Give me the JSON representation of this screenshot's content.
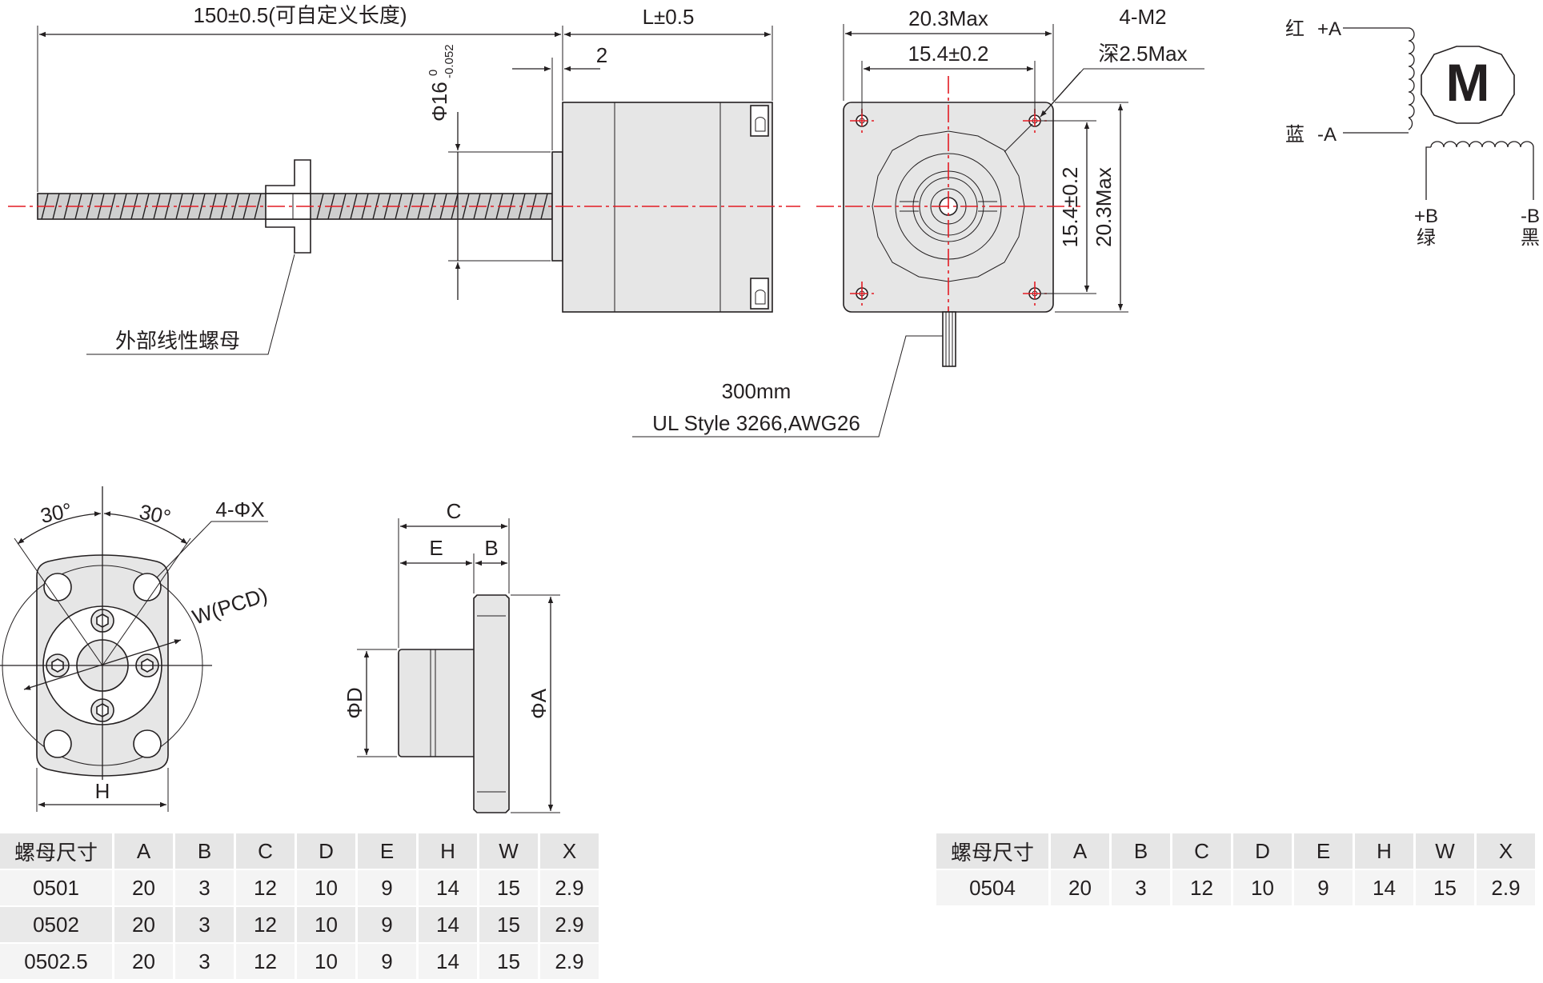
{
  "motor_side_view": {
    "dim_length": "150±0.5(可自定义长度)",
    "dim_body": "L±0.5",
    "dim_flange": "2",
    "dim_boss_base": "Φ16",
    "dim_boss_sup": "0",
    "dim_boss_sub": "-0.052",
    "nut_label": "外部线性螺母"
  },
  "motor_front_view": {
    "dim_width_max": "20.3Max",
    "dim_hole_spacing": "15.4±0.2",
    "hole_label_line1": "4-M2",
    "hole_label_line2": "深2.5Max",
    "dim_v_hole_spacing": "15.4±0.2",
    "dim_v_height_max": "20.3Max",
    "cable_line1": "300mm",
    "cable_line2": "UL Style 3266,AWG26"
  },
  "wiring": {
    "motor_symbol": "M",
    "a_plus_color": "红",
    "a_plus": "+A",
    "a_minus_color": "蓝",
    "a_minus": "-A",
    "b_plus": "+B",
    "b_plus_color": "绿",
    "b_minus": "-B",
    "b_minus_color": "黑"
  },
  "nut_front_view": {
    "angle_left": "30°",
    "angle_right": "30°",
    "hole_label": "4-ΦX",
    "pcd_label": "W(PCD)",
    "dim_h": "H"
  },
  "nut_side_view": {
    "dim_c": "C",
    "dim_e": "E",
    "dim_b": "B",
    "dim_d": "ΦD",
    "dim_a": "ΦA"
  },
  "table_left": {
    "headers": [
      "螺母尺寸",
      "A",
      "B",
      "C",
      "D",
      "E",
      "H",
      "W",
      "X"
    ],
    "rows": [
      [
        "0501",
        "20",
        "3",
        "12",
        "10",
        "9",
        "14",
        "15",
        "2.9"
      ],
      [
        "0502",
        "20",
        "3",
        "12",
        "10",
        "9",
        "14",
        "15",
        "2.9"
      ],
      [
        "0502.5",
        "20",
        "3",
        "12",
        "10",
        "9",
        "14",
        "15",
        "2.9"
      ]
    ]
  },
  "table_right": {
    "headers": [
      "螺母尺寸",
      "A",
      "B",
      "C",
      "D",
      "E",
      "H",
      "W",
      "X"
    ],
    "rows": [
      [
        "0504",
        "20",
        "3",
        "12",
        "10",
        "9",
        "14",
        "15",
        "2.9"
      ]
    ]
  },
  "colors": {
    "line": "#231f20",
    "centerline": "#e31b23",
    "part_fill": "#e6e6e6",
    "table_header": "#e6e6e6",
    "table_row": "#f4f4f4"
  }
}
